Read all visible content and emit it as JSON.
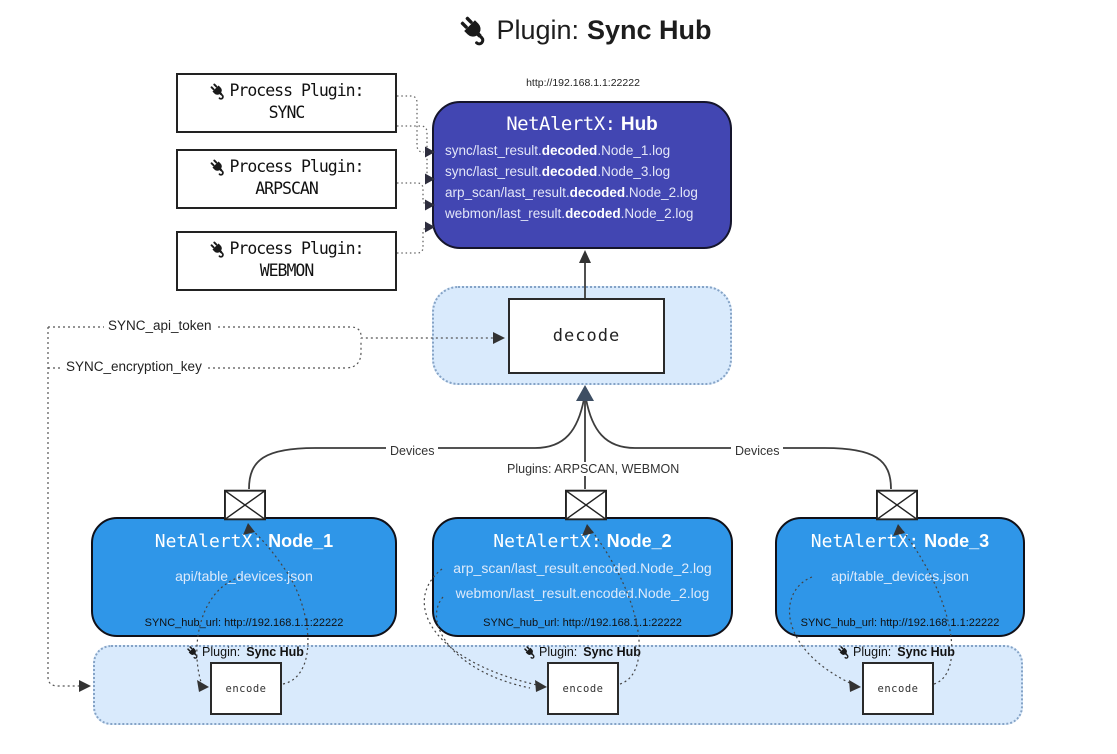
{
  "title": {
    "icon": "plug-icon",
    "prefix": "Plugin:",
    "name": "Sync Hub"
  },
  "hub": {
    "url": "http://192.168.1.1:22222",
    "title_prefix": "NetAlertX:",
    "title_name": "Hub",
    "logs": [
      {
        "pre": "sync/last_result.",
        "em": "decoded",
        "post": ".Node_1.log"
      },
      {
        "pre": "sync/last_result.",
        "em": "decoded",
        "post": ".Node_3.log"
      },
      {
        "pre": "arp_scan/last_result.",
        "em": "decoded",
        "post": ".Node_2.log"
      },
      {
        "pre": "webmon/last_result.",
        "em": "decoded",
        "post": ".Node_2.log"
      }
    ]
  },
  "process_plugins": [
    {
      "label": "Process Plugin:",
      "name": "SYNC"
    },
    {
      "label": "Process Plugin:",
      "name": "ARPSCAN"
    },
    {
      "label": "Process Plugin:",
      "name": "WEBMON"
    }
  ],
  "decode": {
    "label": "decode"
  },
  "settings": {
    "api_token": "SYNC_api_token",
    "encryption_key": "SYNC_encryption_key"
  },
  "edges": {
    "devices_left": "Devices",
    "devices_right": "Devices",
    "plugins_mid": "Plugins: ARPSCAN, WEBMON"
  },
  "nodes": [
    {
      "title_prefix": "NetAlertX:",
      "title_name": "Node_1",
      "lines": [
        "api/table_devices.json"
      ],
      "hub_url": "SYNC_hub_url: http://192.168.1.1:22222"
    },
    {
      "title_prefix": "NetAlertX:",
      "title_name": "Node_2",
      "lines": [
        "arp_scan/last_result.encoded.Node_2.log",
        "webmon/last_result.encoded.Node_2.log"
      ],
      "hub_url": "SYNC_hub_url: http://192.168.1.1:22222"
    },
    {
      "title_prefix": "NetAlertX:",
      "title_name": "Node_3",
      "lines": [
        "api/table_devices.json"
      ],
      "hub_url": "SYNC_hub_url: http://192.168.1.1:22222"
    }
  ],
  "encode_plugin": {
    "label_prefix": "Plugin:",
    "label_name": "Sync Hub",
    "box_label": "encode"
  },
  "icons": {
    "plug": "plug-icon",
    "envelope": "envelope-icon"
  },
  "colors": {
    "hub-fill": "#4246b2",
    "hub-text": "#e3e6f8",
    "node-fill": "#2f96e8",
    "node-text": "#ddeafb",
    "panel-fill": "#d9eafc",
    "panel-border": "#85a3c6"
  }
}
